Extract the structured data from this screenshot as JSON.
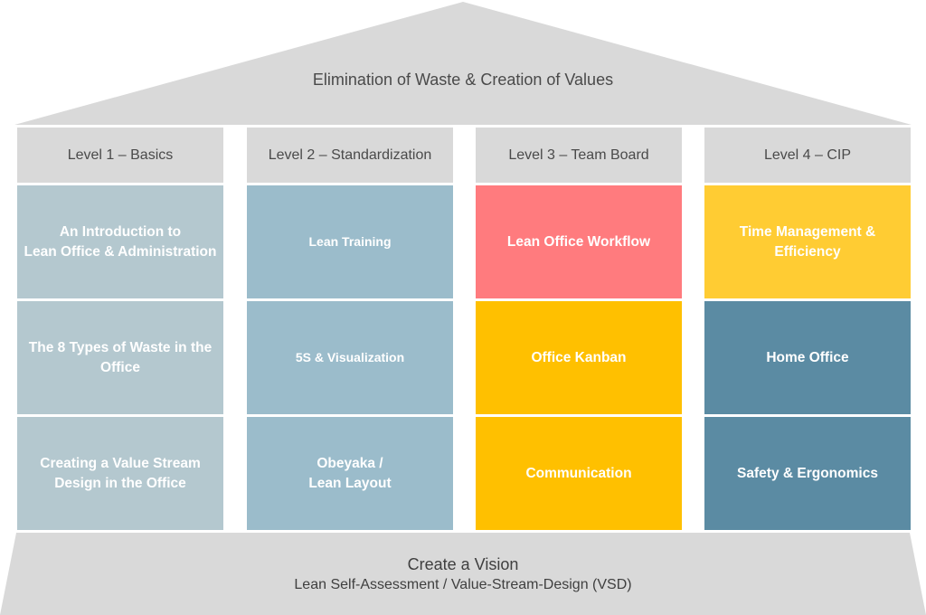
{
  "roof": {
    "title": "Elimination of Waste & Creation of Values",
    "color": "#d9d9d9"
  },
  "columns": [
    {
      "header": "Level 1 – Basics",
      "cells": [
        {
          "label": "An Introduction to\nLean Office & Administration",
          "color": "#b4c8cf"
        },
        {
          "label": "The 8 Types of Waste in the\nOffice",
          "color": "#b4c8cf"
        },
        {
          "label": "Creating a Value Stream\nDesign in the Office",
          "color": "#b4c8cf"
        }
      ]
    },
    {
      "header": "Level 2 – Standardization",
      "cells": [
        {
          "label": "Lean Training",
          "color": "#9bbccb"
        },
        {
          "label": "5S & Visualization",
          "color": "#9bbccb"
        },
        {
          "label": "Obeyaka /\nLean Layout",
          "color": "#9bbccb"
        }
      ]
    },
    {
      "header": "Level 3 – Team Board",
      "cells": [
        {
          "label": "Lean Office Workflow",
          "color": "#ff7b7e"
        },
        {
          "label": "Office Kanban",
          "color": "#ffc000"
        },
        {
          "label": "Communication",
          "color": "#ffc000"
        }
      ]
    },
    {
      "header": "Level 4 – CIP",
      "cells": [
        {
          "label": "Time Management &\nEfficiency",
          "color": "#ffcc33"
        },
        {
          "label": "Home Office",
          "color": "#5b8ba3"
        },
        {
          "label": "Safety & Ergonomics",
          "color": "#5b8ba3"
        }
      ]
    }
  ],
  "foundation": {
    "title": "Create a Vision",
    "subtitle": "Lean Self-Assessment / Value-Stream-Design (VSD)",
    "color": "#d9d9d9"
  }
}
